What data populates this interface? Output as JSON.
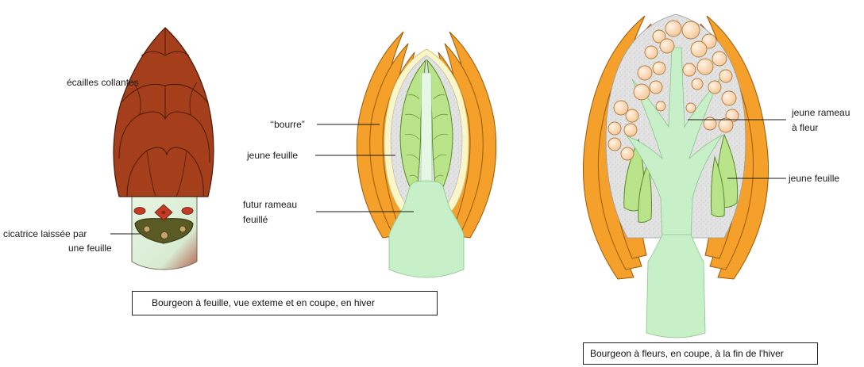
{
  "labels": {
    "ecailles": "écailles collantes",
    "cicatrice_1": "cicatrice laissée par",
    "cicatrice_2": "une feuille",
    "bourre": "‘‘bourre”",
    "jeune_feuille_1": "jeune feuille",
    "futur_1": "futur rameau",
    "futur_2": "feuillé",
    "jeune_rameau_1": "jeune rameau",
    "jeune_rameau_2": "à fleur",
    "jeune_feuille_2": "jeune feuille"
  },
  "captions": {
    "leaf_bud": "Bourgeon à feuille, vue exteme et  en coupe, en hiver",
    "flower_bud": "Bourgeon à fleurs, en coupe, à la fin de l'hiver"
  },
  "colors": {
    "scale_brown": "#a53e1b",
    "scale_outline": "#4a1a08",
    "scale_orange": "#f5a02a",
    "leaf_green": "#9fd86b",
    "stem_green": "#c8f0c8",
    "fluff": "#e6e6e6",
    "flower_bud": "#fbd7b0",
    "scar_red": "#c43a24",
    "scar_olive": "#5a5a24"
  }
}
